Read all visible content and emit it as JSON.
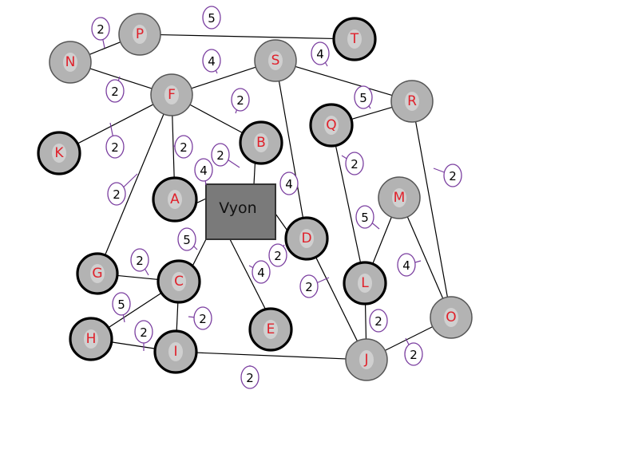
{
  "graph": {
    "hub": {
      "id": "Vyon",
      "label": "Vyon"
    },
    "nodes": [
      {
        "id": "P",
        "label": "P"
      },
      {
        "id": "T",
        "label": "T",
        "bold": true
      },
      {
        "id": "N",
        "label": "N"
      },
      {
        "id": "S",
        "label": "S"
      },
      {
        "id": "F",
        "label": "F"
      },
      {
        "id": "R",
        "label": "R"
      },
      {
        "id": "Q",
        "label": "Q",
        "bold": true
      },
      {
        "id": "K",
        "label": "K",
        "bold": true
      },
      {
        "id": "B",
        "label": "B",
        "bold": true
      },
      {
        "id": "A",
        "label": "A",
        "bold": true
      },
      {
        "id": "M",
        "label": "M"
      },
      {
        "id": "D",
        "label": "D",
        "bold": true
      },
      {
        "id": "G",
        "label": "G",
        "bold": true
      },
      {
        "id": "C",
        "label": "C",
        "bold": true
      },
      {
        "id": "L",
        "label": "L",
        "bold": true
      },
      {
        "id": "O",
        "label": "O"
      },
      {
        "id": "H",
        "label": "H",
        "bold": true
      },
      {
        "id": "E",
        "label": "E",
        "bold": true
      },
      {
        "id": "I",
        "label": "I",
        "bold": true
      },
      {
        "id": "J",
        "label": "J"
      }
    ],
    "edges": [
      {
        "from": "P",
        "to": "T",
        "weight": "5"
      },
      {
        "from": "P",
        "to": "N",
        "weight": "2"
      },
      {
        "from": "N",
        "to": "F",
        "weight": "2"
      },
      {
        "from": "F",
        "to": "S",
        "weight": "4"
      },
      {
        "from": "S",
        "to": "R",
        "weight": "4"
      },
      {
        "from": "F",
        "to": "B",
        "weight": "2"
      },
      {
        "from": "F",
        "to": "K",
        "weight": "2"
      },
      {
        "from": "F",
        "to": "A",
        "weight": "2"
      },
      {
        "from": "F",
        "to": "G",
        "weight": "2"
      },
      {
        "from": "B",
        "to": "Vyon",
        "weight": "2"
      },
      {
        "from": "A",
        "to": "Vyon",
        "weight": "4"
      },
      {
        "from": "S",
        "to": "D",
        "weight": "4"
      },
      {
        "from": "Q",
        "to": "R",
        "weight": "5"
      },
      {
        "from": "R",
        "to": "O",
        "weight": "2"
      },
      {
        "from": "Q",
        "to": "L",
        "weight": "2"
      },
      {
        "from": "M",
        "to": "L",
        "weight": "5"
      },
      {
        "from": "M",
        "to": "O",
        "weight": "4"
      },
      {
        "from": "Vyon",
        "to": "D",
        "weight": "2"
      },
      {
        "from": "Vyon",
        "to": "E",
        "weight": "4"
      },
      {
        "from": "Vyon",
        "to": "C",
        "weight": "5"
      },
      {
        "from": "G",
        "to": "C",
        "weight": "2"
      },
      {
        "from": "C",
        "to": "H",
        "weight": "5"
      },
      {
        "from": "C",
        "to": "I",
        "weight": "2"
      },
      {
        "from": "H",
        "to": "I",
        "weight": "2"
      },
      {
        "from": "I",
        "to": "J",
        "weight": "2"
      },
      {
        "from": "D",
        "to": "J",
        "weight": "2"
      },
      {
        "from": "L",
        "to": "J",
        "weight": "2"
      },
      {
        "from": "J",
        "to": "O",
        "weight": "2"
      }
    ]
  },
  "colors": {
    "node_fill": "#b3b3b3",
    "node_label": "#e0202a",
    "hub_fill": "#7a7a7a",
    "weight_outline": "#7b3fa0",
    "edge": "#000000"
  }
}
